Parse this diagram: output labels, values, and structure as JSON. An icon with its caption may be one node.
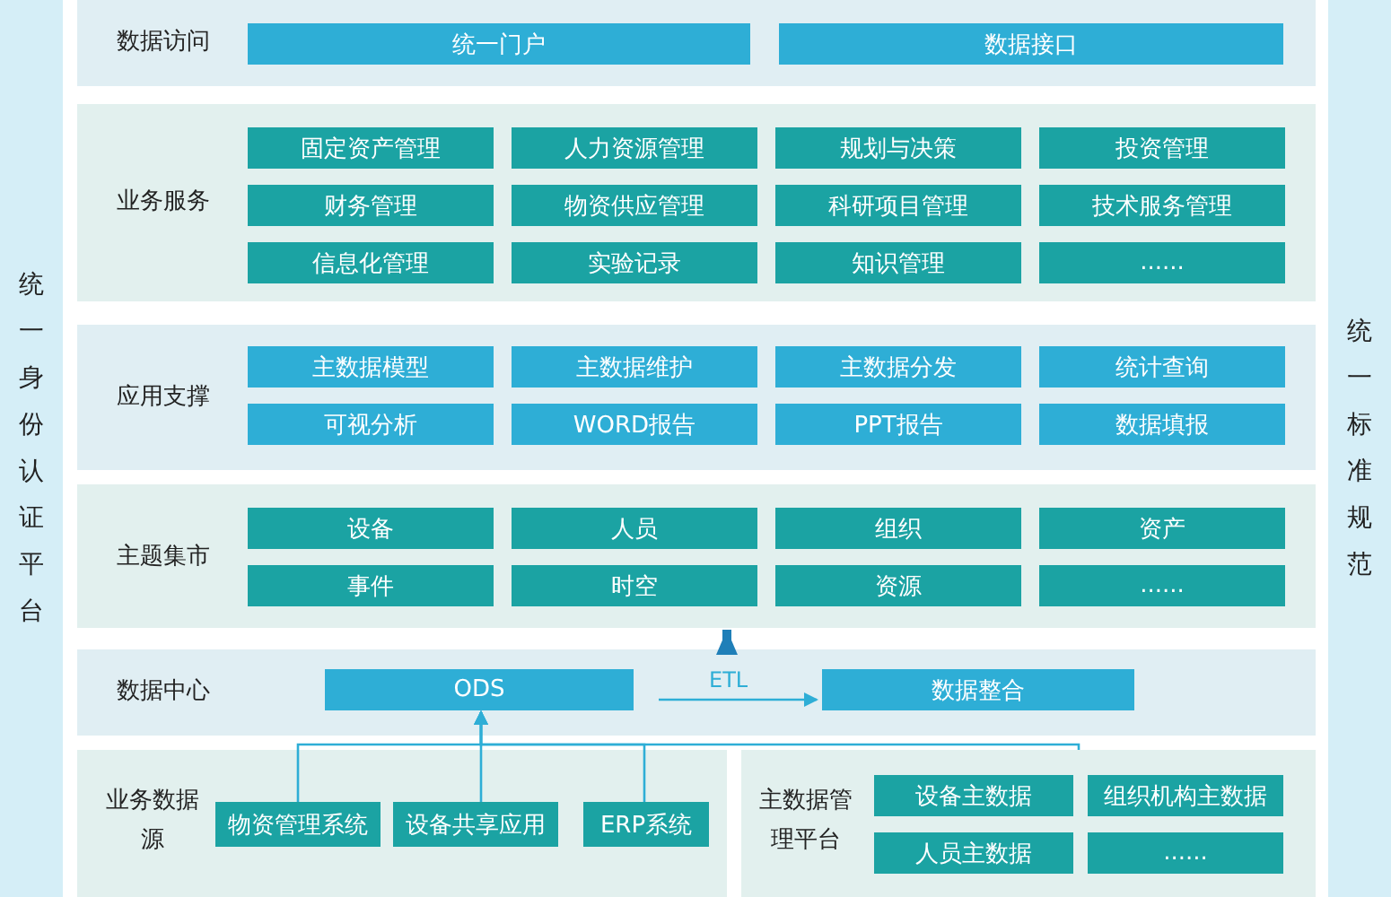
{
  "diagram": {
    "nodes": [
      {
        "text": [
          "统一身份认证平台"
        ]
      },
      {
        "text": [
          "统一标准规范"
        ]
      },
      {
        "text": [
          "数据访问"
        ]
      },
      {
        "text": [
          "统一门户"
        ],
        "in": 2
      },
      {
        "text": [
          "数据接口"
        ],
        "in": 2
      },
      {
        "text": [
          "业务服务"
        ]
      },
      {
        "text": [
          "固定资产管理"
        ],
        "in": 5
      },
      {
        "text": [
          "人力资源管理"
        ],
        "in": 5
      },
      {
        "text": [
          "规划与决策"
        ],
        "in": 5
      },
      {
        "text": [
          "投资管理"
        ],
        "in": 5
      },
      {
        "text": [
          "财务管理"
        ],
        "in": 5
      },
      {
        "text": [
          "物资供应管理"
        ],
        "in": 5
      },
      {
        "text": [
          "科研项目管理"
        ],
        "in": 5
      },
      {
        "text": [
          "技术服务管理"
        ],
        "in": 5
      },
      {
        "text": [
          "信息化管理"
        ],
        "in": 5
      },
      {
        "text": [
          "实验记录"
        ],
        "in": 5
      },
      {
        "text": [
          "知识管理"
        ],
        "in": 5
      },
      {
        "text": [
          "......"
        ],
        "in": 5
      },
      {
        "text": [
          "应用支撑"
        ]
      },
      {
        "text": [
          "主数据模型"
        ],
        "in": 18
      },
      {
        "text": [
          "主数据维护"
        ],
        "in": 18
      },
      {
        "text": [
          "主数据分发"
        ],
        "in": 18
      },
      {
        "text": [
          "统计查询"
        ],
        "in": 18
      },
      {
        "text": [
          "可视分析"
        ],
        "in": 18
      },
      {
        "text": [
          "WORD报告"
        ],
        "in": 18
      },
      {
        "text": [
          "PPT报告"
        ],
        "in": 18
      },
      {
        "text": [
          "数据填报"
        ],
        "in": 18
      },
      {
        "text": [
          "主题集市"
        ]
      },
      {
        "text": [
          "设备"
        ],
        "in": 27
      },
      {
        "text": [
          "人员"
        ],
        "in": 27
      },
      {
        "text": [
          "组织"
        ],
        "in": 27
      },
      {
        "text": [
          "资产"
        ],
        "in": 27
      },
      {
        "text": [
          "事件"
        ],
        "in": 27
      },
      {
        "text": [
          "时空"
        ],
        "in": 27
      },
      {
        "text": [
          "资源"
        ],
        "in": 27
      },
      {
        "text": [
          "......"
        ],
        "in": 27
      },
      {
        "text": [
          "数据中心"
        ]
      },
      {
        "text": [
          "ODS"
        ],
        "in": 36
      },
      {
        "text": [
          "数据整合"
        ],
        "in": 36
      },
      {
        "text": [
          "业务数据源"
        ]
      },
      {
        "text": [
          "物资管理系统"
        ],
        "in": 39
      },
      {
        "text": [
          "设备共享应用"
        ],
        "in": 39
      },
      {
        "text": [
          "ERP系统"
        ],
        "in": 39
      },
      {
        "text": [
          "主数据管理平台"
        ]
      },
      {
        "text": [
          "设备主数据"
        ],
        "in": 43
      },
      {
        "text": [
          "组织机构主数据"
        ],
        "in": 43
      },
      {
        "text": [
          "人员主数据"
        ],
        "in": 43
      },
      {
        "text": [
          "......"
        ],
        "in": 43
      }
    ],
    "edges": [
      {
        "from": 37,
        "to": 38,
        "arrow": "to",
        "label": "ETL"
      },
      {
        "from": 40,
        "to": 37,
        "arrow": "to"
      },
      {
        "from": 41,
        "to": 37,
        "arrow": "to"
      },
      {
        "from": 42,
        "to": 37,
        "arrow": "to"
      },
      {
        "from": 43,
        "to": 37,
        "arrow": "to"
      },
      {
        "from": 36,
        "to": 27,
        "arrow": "to",
        "style": "thick"
      }
    ]
  }
}
